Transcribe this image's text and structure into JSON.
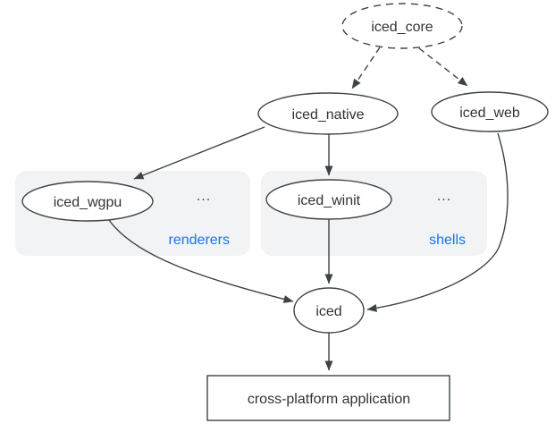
{
  "diagram": {
    "nodes": {
      "core": {
        "label": "iced_core",
        "shape": "ellipse",
        "border": "dashed"
      },
      "native": {
        "label": "iced_native",
        "shape": "ellipse",
        "border": "solid"
      },
      "web": {
        "label": "iced_web",
        "shape": "ellipse",
        "border": "solid"
      },
      "wgpu": {
        "label": "iced_wgpu",
        "shape": "ellipse",
        "border": "solid"
      },
      "winit": {
        "label": "iced_winit",
        "shape": "ellipse",
        "border": "solid"
      },
      "iced": {
        "label": "iced",
        "shape": "ellipse",
        "border": "solid"
      },
      "app": {
        "label": "cross-platform application",
        "shape": "rect",
        "border": "solid"
      }
    },
    "groups": {
      "renderers": {
        "label": "renderers",
        "ellipsis": "...",
        "label_color": "#1a73e8"
      },
      "shells": {
        "label": "shells",
        "ellipsis": "...",
        "label_color": "#1a73e8"
      }
    },
    "edges": [
      {
        "from": "iced_core",
        "to": "iced_native",
        "style": "dashed"
      },
      {
        "from": "iced_core",
        "to": "iced_web",
        "style": "dashed"
      },
      {
        "from": "iced_native",
        "to": "iced_wgpu",
        "style": "solid"
      },
      {
        "from": "iced_native",
        "to": "iced_winit",
        "style": "solid"
      },
      {
        "from": "iced_wgpu",
        "to": "iced",
        "style": "solid"
      },
      {
        "from": "iced_winit",
        "to": "iced",
        "style": "solid"
      },
      {
        "from": "iced_web",
        "to": "iced",
        "style": "solid"
      },
      {
        "from": "iced",
        "to": "cross-platform application",
        "style": "solid"
      }
    ],
    "colors": {
      "background": "#ffffff",
      "node_fill": "#ffffff",
      "node_stroke": "#3e4347",
      "text": "#2f3337",
      "group_fill": "#f1f3f5",
      "group_label": "#1a73e8"
    }
  }
}
